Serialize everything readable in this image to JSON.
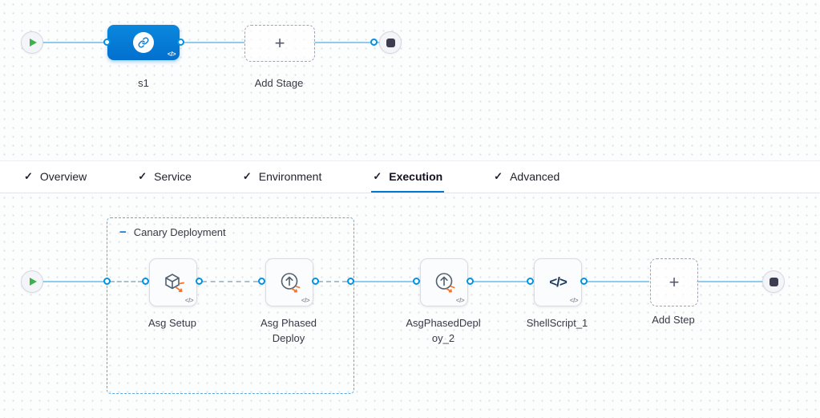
{
  "colors": {
    "accent_blue": "#0278d5",
    "connector_blue": "#0092e4",
    "line_blue": "#8fcbee",
    "play_green": "#3eb24a",
    "warning_orange": "#ff7020",
    "text_dark": "#383946"
  },
  "top_canvas": {
    "stage": {
      "label": "s1",
      "badge": "</>"
    },
    "add_stage": {
      "label": "Add Stage",
      "plus": "+"
    }
  },
  "tabs": {
    "check_glyph": "✓",
    "items": [
      {
        "label": "Overview"
      },
      {
        "label": "Service"
      },
      {
        "label": "Environment"
      },
      {
        "label": "Execution",
        "active": true
      },
      {
        "label": "Advanced"
      }
    ]
  },
  "execution_canvas": {
    "group": {
      "label": "Canary Deployment",
      "collapse_glyph": "−"
    },
    "step_badge": "</>",
    "steps": [
      {
        "label": "Asg Setup",
        "icon": "asg-setup-icon"
      },
      {
        "label": "Asg Phased Deploy",
        "icon": "phased-deploy-icon"
      },
      {
        "label": "AsgPhasedDeploy_2",
        "icon": "phased-deploy-icon"
      },
      {
        "label": "ShellScript_1",
        "icon": "shell-script-icon",
        "glyph": "</>"
      }
    ],
    "add_step": {
      "label": "Add Step",
      "plus": "+"
    }
  }
}
